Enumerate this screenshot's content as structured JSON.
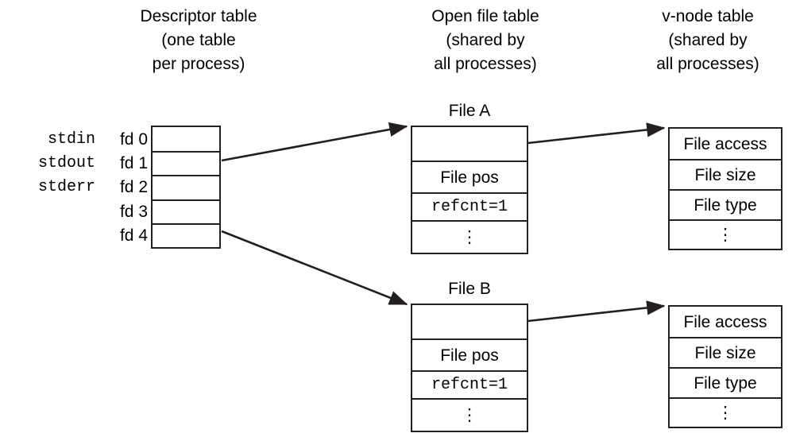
{
  "diagram": {
    "title": "Unix file descriptor / open file table / v-node table relationship",
    "columns": [
      {
        "id": "descriptor",
        "heading": "Descriptor table\n(one table\nper process)"
      },
      {
        "id": "openfile",
        "heading": "Open file table\n(shared by\nall processes)"
      },
      {
        "id": "vnode",
        "heading": "v-node table\n(shared by\nall processes)"
      }
    ],
    "descriptor_table": {
      "std_labels": [
        "stdin",
        "stdout",
        "stderr"
      ],
      "fd_labels": [
        "fd 0",
        "fd 1",
        "fd 2",
        "fd 3",
        "fd 4"
      ],
      "cells": [
        "",
        "",
        "",
        "",
        ""
      ]
    },
    "open_file_tables": [
      {
        "caption": "File A",
        "rows": [
          "",
          "File pos",
          "refcnt=1",
          "⋮"
        ]
      },
      {
        "caption": "File B",
        "rows": [
          "",
          "File pos",
          "refcnt=1",
          "⋮"
        ]
      }
    ],
    "vnode_tables": [
      {
        "rows": [
          "File access",
          "File size",
          "File type",
          "⋮"
        ]
      },
      {
        "rows": [
          "File access",
          "File size",
          "File type",
          "⋮"
        ]
      }
    ],
    "arrows": [
      {
        "id": "fd1-to-file-a",
        "from": "fd 1",
        "to": "File A"
      },
      {
        "id": "fd4-to-file-b",
        "from": "fd 4",
        "to": "File B"
      },
      {
        "id": "file-a-to-vnode-a",
        "from": "File A",
        "to": "v-node A"
      },
      {
        "id": "file-b-to-vnode-b",
        "from": "File B",
        "to": "v-node B"
      }
    ],
    "colors": {
      "stroke": "#231f20",
      "background": "#ffffff",
      "text": "#000000"
    }
  }
}
